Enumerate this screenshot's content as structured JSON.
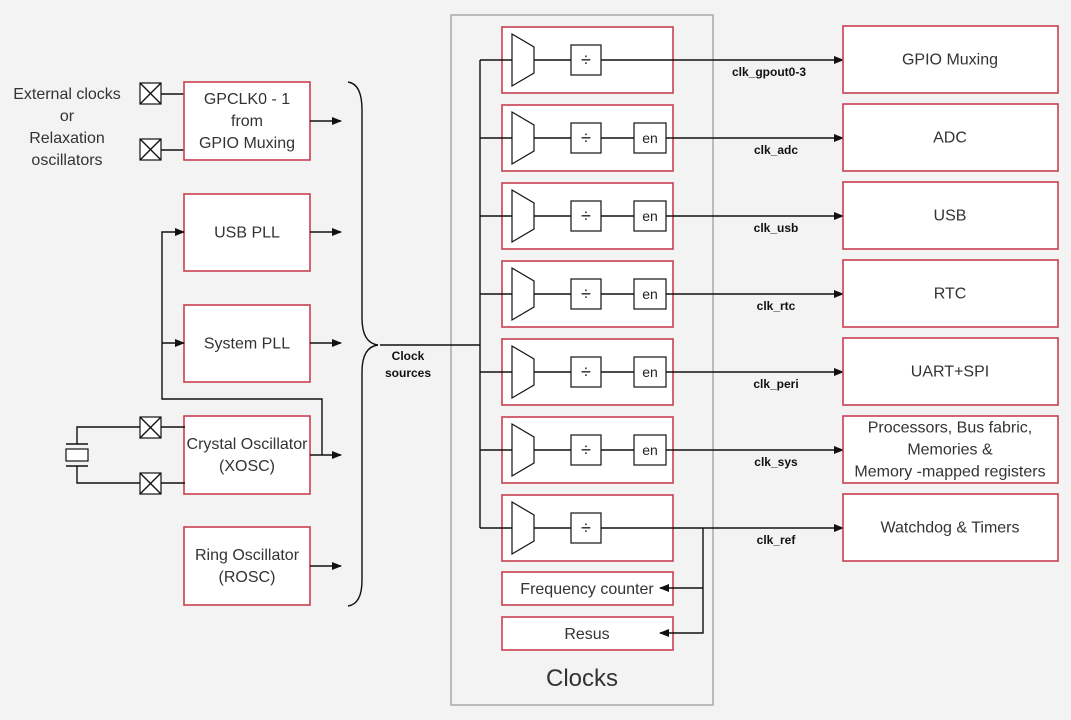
{
  "title": "Clocks",
  "external_label": [
    "External clocks",
    "or",
    "Relaxation",
    "oscillators"
  ],
  "sources": [
    {
      "id": "gpclk",
      "lines": [
        "GPCLK0 - 1",
        "from",
        "GPIO Muxing"
      ]
    },
    {
      "id": "usb-pll",
      "lines": [
        "USB PLL"
      ]
    },
    {
      "id": "sys-pll",
      "lines": [
        "System PLL"
      ]
    },
    {
      "id": "xosc",
      "lines": [
        "Crystal Oscillator",
        "(XOSC)"
      ]
    },
    {
      "id": "rosc",
      "lines": [
        "Ring Oscillator",
        "(ROSC)"
      ]
    }
  ],
  "clock_sources_label": [
    "Clock",
    "sources"
  ],
  "generators": [
    {
      "signal": "clk_gpout0-3",
      "has_enable": false
    },
    {
      "signal": "clk_adc",
      "has_enable": true
    },
    {
      "signal": "clk_usb",
      "has_enable": true
    },
    {
      "signal": "clk_rtc",
      "has_enable": true
    },
    {
      "signal": "clk_peri",
      "has_enable": true
    },
    {
      "signal": "clk_sys",
      "has_enable": true
    },
    {
      "signal": "clk_ref",
      "has_enable": false
    }
  ],
  "divider_symbol": "÷",
  "enable_label": "en",
  "frequency_counter": "Frequency counter",
  "resus": "Resus",
  "destinations": [
    {
      "lines": [
        "GPIO Muxing"
      ]
    },
    {
      "lines": [
        "ADC"
      ]
    },
    {
      "lines": [
        "USB"
      ]
    },
    {
      "lines": [
        "RTC"
      ]
    },
    {
      "lines": [
        "UART+SPI"
      ]
    },
    {
      "lines": [
        "Processors, Bus fabric,",
        "Memories &",
        "Memory -mapped registers"
      ]
    },
    {
      "lines": [
        "Watchdog & Timers"
      ]
    }
  ]
}
